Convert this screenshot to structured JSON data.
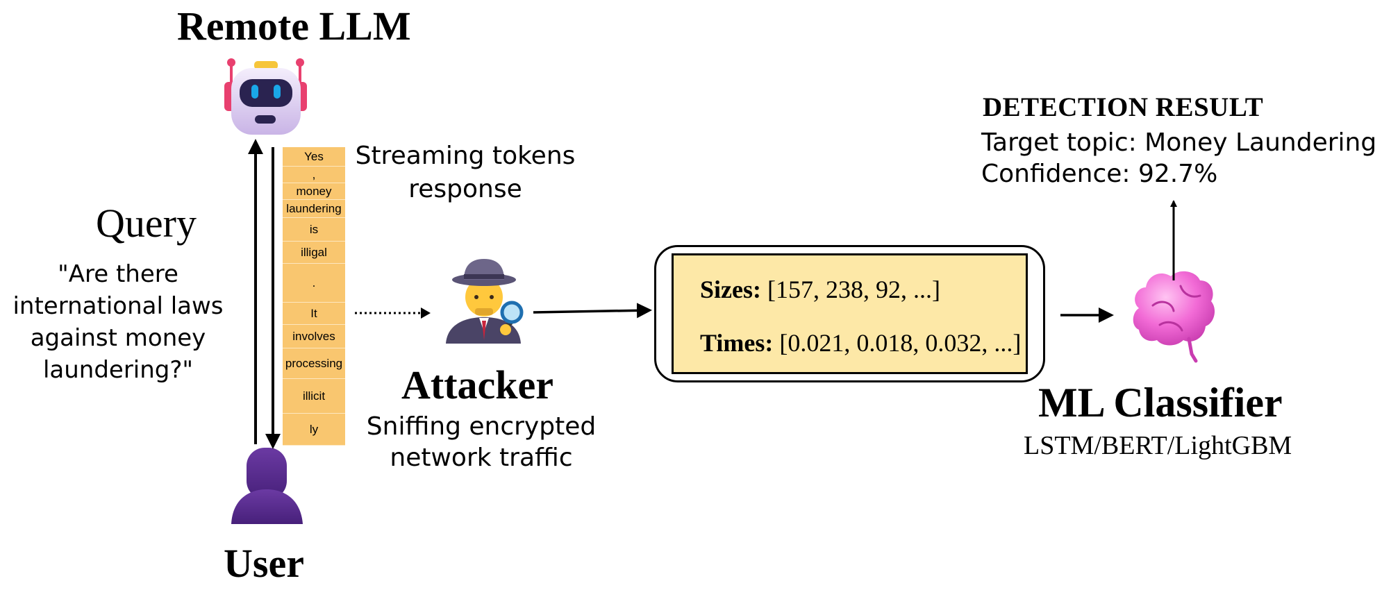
{
  "titles": {
    "remote_llm": "Remote LLM",
    "user": "User",
    "attacker": "Attacker",
    "ml_classifier": "ML Classifier",
    "ml_models": "LSTM/BERT/LightGBM",
    "query": "Query"
  },
  "query_lines": [
    "\"Are there",
    "international laws",
    "against money",
    "laundering?\""
  ],
  "stream_label_lines": [
    "Streaming tokens",
    "response"
  ],
  "attacker_desc_lines": [
    "Sniffing encrypted",
    "network traffic"
  ],
  "tokens": [
    "Yes",
    ",",
    "money",
    "laundering",
    "is",
    "illigal",
    ".",
    "It",
    "involves",
    "processing",
    "illicit",
    "ly"
  ],
  "features": {
    "sizes_key": "Sizes:",
    "sizes_value": "[157, 238, 92, ...]",
    "times_key": "Times:",
    "times_value": "[0.021, 0.018, 0.032, ...]"
  },
  "detection": {
    "heading": "DETECTION RESULT",
    "topic": "Target topic: Money Laundering",
    "confidence": "Confidence: 92.7%"
  },
  "colors": {
    "token_fill": "#f9c66f",
    "feature_fill": "#fde8a7",
    "user_purple": "#5b2c8f",
    "robot_accent": "#e8406f",
    "robot_eye": "#1aa7e8",
    "brain_pink": "#f26bd6"
  },
  "icons": [
    "robot-icon",
    "user-icon",
    "detective-icon",
    "brain-icon"
  ]
}
